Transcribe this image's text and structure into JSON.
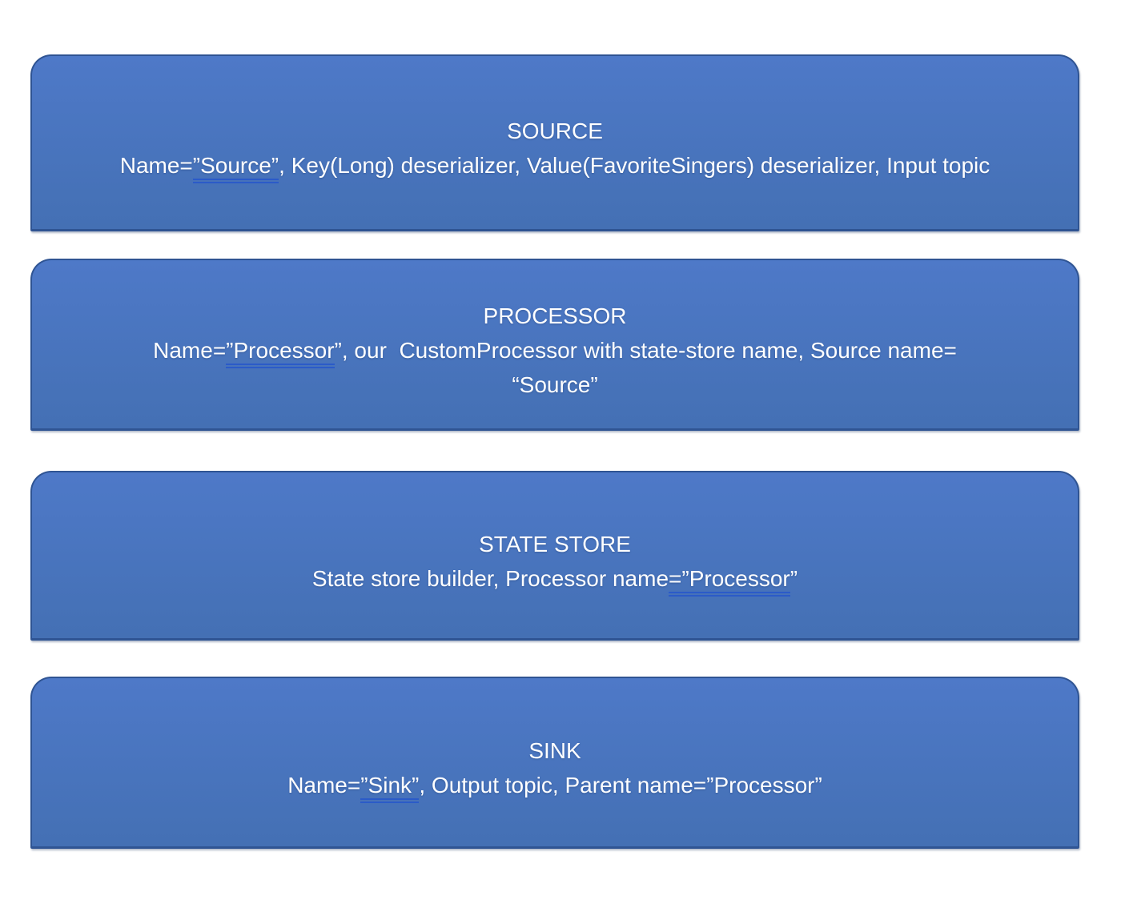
{
  "colors": {
    "page_bg": "#ffffff",
    "box_fill_top": "#4e79c8",
    "box_fill_bottom": "#4470b4",
    "box_border": "#2f5493",
    "text": "#ffffff",
    "underline": "#2b5bc8"
  },
  "diagram": {
    "nodes": [
      {
        "id": "source",
        "title": "SOURCE",
        "line1": {
          "pre": "Name=",
          "underlined": "”Source”",
          "post": ", Key(Long) deserializer, Value(FavoriteSingers) deserializer, Input topic"
        }
      },
      {
        "id": "processor",
        "title": "PROCESSOR",
        "line1": {
          "pre": "Name=",
          "underlined": "”Processor",
          "post": "”, our  CustomProcessor with state-store name, Source name="
        },
        "line2": "“Source”"
      },
      {
        "id": "state-store",
        "title": "STATE STORE",
        "line1": {
          "pre": "State store builder, Processor name",
          "underlined": "=”Processor",
          "post": "”"
        }
      },
      {
        "id": "sink",
        "title": "SINK",
        "line1": {
          "pre": "Name=",
          "underlined": "”Sink”",
          "post": ", Output topic, Parent name=”Processor”"
        }
      }
    ]
  }
}
